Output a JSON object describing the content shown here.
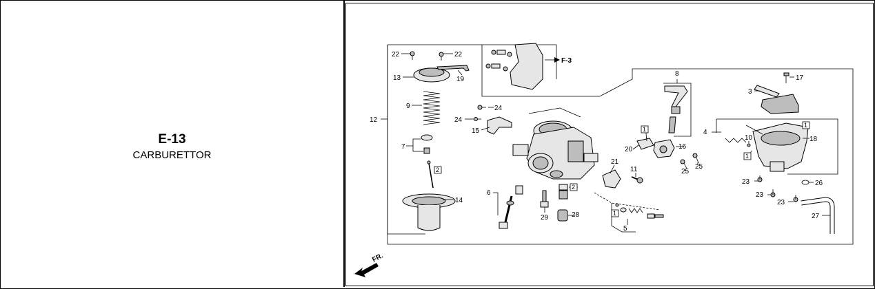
{
  "section": {
    "code": "E-13",
    "title": "CARBURETTOR"
  },
  "diagram": {
    "callouts": {
      "c22a": "22",
      "c22b": "22",
      "c13": "13",
      "c19": "19",
      "c9": "9",
      "c12": "12",
      "c7": "7",
      "c14": "14",
      "c24a": "24",
      "c24b": "24",
      "c15": "15",
      "c6": "6",
      "c29": "29",
      "c28": "28",
      "c8": "8",
      "c20": "20",
      "c16": "16",
      "c21": "21",
      "c11": "11",
      "c25a": "25",
      "c25b": "25",
      "c5": "5",
      "c17": "17",
      "c3": "3",
      "c4": "4",
      "c18": "18",
      "c10": "10",
      "c23a": "23",
      "c23b": "23",
      "c23c": "23",
      "c26": "26",
      "c27": "27"
    },
    "boxed": {
      "b2a": "2",
      "b2b": "2",
      "b1a": "1",
      "b1b": "1",
      "b1c": "1",
      "b1d": "1"
    },
    "ref_f3": "F-3",
    "fr_label": "FR."
  }
}
